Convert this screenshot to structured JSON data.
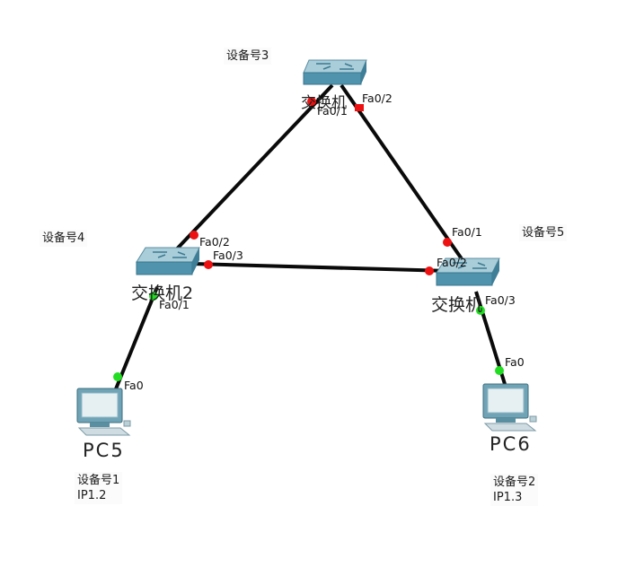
{
  "colors": {
    "link": "#0a0a0a",
    "port_down": "#ee1111",
    "port_up": "#22dd22",
    "switch_top": "#a9cdd9",
    "switch_front": "#4f93ad",
    "monitor": "#6fa3b5"
  },
  "notes": {
    "sw3": "设备号3",
    "sw2": "设备号4",
    "sw1": "设备号5",
    "pc5_id": "设备号1",
    "pc5_ip": "IP1.2",
    "pc6_id": "设备号2",
    "pc6_ip": "IP1.3"
  },
  "devices": {
    "switch_top": {
      "name": "交换机",
      "icon": "switch-icon"
    },
    "switch2": {
      "name": "交换机2",
      "icon": "switch-icon"
    },
    "switch_right": {
      "name": "交换机",
      "icon": "switch-icon"
    },
    "pc5": {
      "name": "PC5",
      "icon": "pc-icon"
    },
    "pc6": {
      "name": "PC6",
      "icon": "pc-icon"
    }
  },
  "ports": {
    "top_fa01": "Fa0/1",
    "top_fa02": "Fa0/2",
    "sw2_fa02": "Fa0/2",
    "sw2_fa03": "Fa0/3",
    "sw2_fa01": "Fa0/1",
    "right_fa01": "Fa0/1",
    "right_fa02": "Fa0/2",
    "right_fa03": "Fa0/3",
    "pc5_fa0": "Fa0",
    "pc6_fa0": "Fa0"
  }
}
